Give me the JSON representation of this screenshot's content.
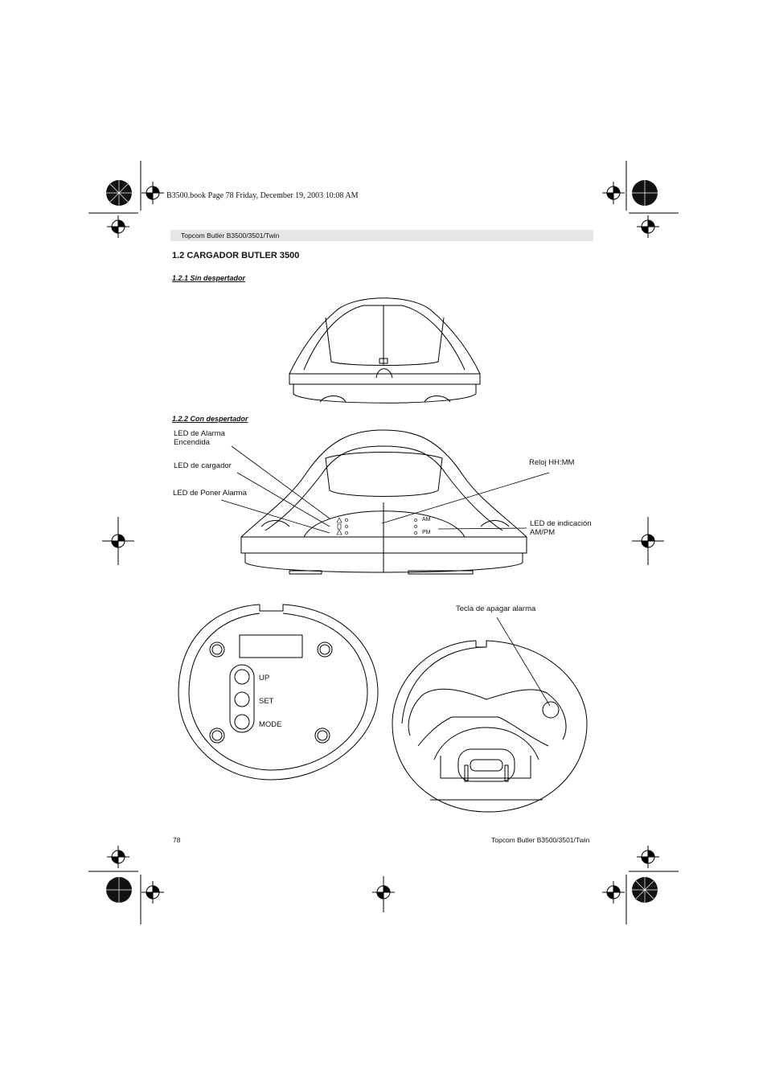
{
  "print_line": "B3500.book  Page 78  Friday, December 19, 2003  10:08 AM",
  "header": {
    "text": "Topcom Butler B3500/3501/Twin"
  },
  "section": {
    "title": "1.2 CARGADOR BUTLER 3500"
  },
  "subsections": [
    {
      "title": "1.2.1 Sin despertador"
    },
    {
      "title": "1.2.2 Con despertador"
    }
  ],
  "callouts": {
    "led_alarma": [
      "LED de Alarma",
      "Encendida"
    ],
    "led_cargador": "LED de cargador",
    "led_poner": "LED de Poner Alarma",
    "reloj": "Reloj HH:MM",
    "led_ampm": [
      "LED de indicación",
      "AM/PM"
    ],
    "tecla": "Tecla de apagar alarma"
  },
  "panel_labels": {
    "am": "AM",
    "pm": "PM"
  },
  "bottom_buttons": {
    "up": "UP",
    "set": "SET",
    "mode": "MODE"
  },
  "footer": {
    "page": "78",
    "title": "Topcom Butler B3500/3501/Twin"
  }
}
